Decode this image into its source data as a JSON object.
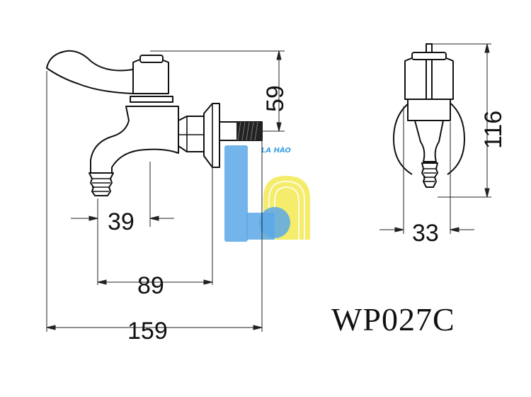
{
  "dimensions": {
    "total_width": "159",
    "mid_width": "89",
    "spout": "39",
    "height_top": "59",
    "side_height": "116",
    "side_width": "33"
  },
  "model_code": "WP027C",
  "watermark": {
    "text": "LA HÀO",
    "colors": {
      "blue": "#5aa8e8",
      "yellow": "#f3ea5a"
    }
  }
}
